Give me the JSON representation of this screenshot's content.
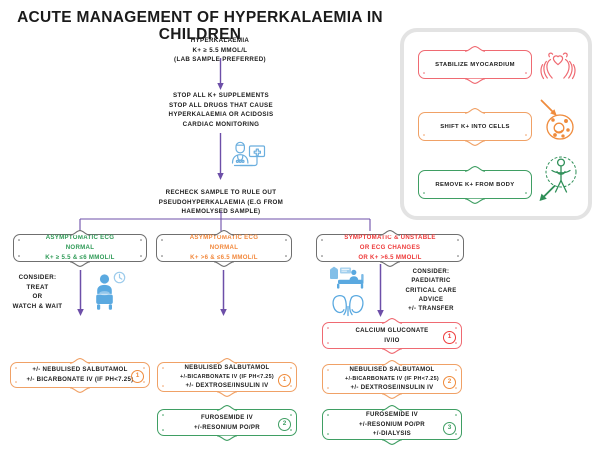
{
  "title": "ACUTE MANAGEMENT OF HYPERKALAEMIA IN CHILDREN",
  "flow": {
    "start": {
      "line1": "HYPERKALAEMIA",
      "line2": "K+ ≥ 5.5 MMOL/L",
      "line3": "(LAB SAMPLE PREFERRED)"
    },
    "step_stop": {
      "line1": "STOP ALL K+ SUPPLEMENTS",
      "line2": "STOP ALL DRUGS THAT CAUSE",
      "line3": "HYPERKALAEMIA OR ACIDOSIS",
      "line4": "CARDIAC MONITORING"
    },
    "step_recheck": {
      "line1": "RECHECK SAMPLE TO RULE OUT",
      "line2": "PSEUDOHYPERKALAEMIA (E.G FROM",
      "line3": "HAEMOLYSED SAMPLE)"
    },
    "clinician_icon": "clinician-monitor-icon"
  },
  "branches": {
    "left": {
      "condition": {
        "line1": "ASYMPTOMATIC  ECG",
        "line2": "NORMAL",
        "line3": "K+ ≥ 5.5 & ≤6 MMOL/L",
        "color": "#2e9a56"
      },
      "consider": {
        "line1": "CONSIDER:",
        "line2": "TREAT",
        "line3": "OR",
        "line4": "WATCH & WAIT"
      },
      "icon": "seated-patient-clock-icon",
      "treatments": [
        {
          "lines": [
            "+/- NEBULISED SALBUTAMOL",
            "+/- BICARBONATE IV (IF  PH<7.25)"
          ],
          "badge": "1",
          "color": "orange"
        }
      ]
    },
    "middle": {
      "condition": {
        "line1": "ASYMPTOMATIC  ECG",
        "line2": "NORMAL",
        "line3": "K+ >6  & ≤6.5 MMOL/L",
        "color": "#f2883c"
      },
      "treatments": [
        {
          "lines": [
            "NEBULISED SALBUTAMOL",
            "+/-BICARBONATE IV (IF PH<7.25)",
            "+/- DEXTROSE/INSULIN IV"
          ],
          "badge": "1",
          "color": "orange"
        },
        {
          "lines": [
            "FUROSEMIDE IV",
            "+/-RESONIUM PO/PR"
          ],
          "badge": "2",
          "color": "green"
        }
      ]
    },
    "right": {
      "condition": {
        "line1": "SYMPTOMATIC & UNSTABLE",
        "line2": "OR ECG CHANGES",
        "line3": "OR K+ >6.5 MMOL/L",
        "color": "#ee3a3a"
      },
      "consider": {
        "line1": "CONSIDER:",
        "line2": "PAEDIATRIC",
        "line3": "CRITICAL CARE",
        "line4": "ADVICE",
        "line5": "+/- TRANSFER"
      },
      "icon_bed": "hospital-bed-icon",
      "icon_kidney": "kidneys-icon",
      "treatments": [
        {
          "lines": [
            "CALCIUM GLUCONATE",
            "IV/IO"
          ],
          "badge": "1",
          "color": "red"
        },
        {
          "lines": [
            "NEBULISED SALBUTAMOL",
            "+/-BICARBONATE IV (IF PH<7.25)",
            "+/- DEXTROSE/INSULIN IV"
          ],
          "badge": "2",
          "color": "orange"
        },
        {
          "lines": [
            "FUROSEMIDE IV",
            "+/-RESONIUM PO/PR",
            "+/-DIALYSIS"
          ],
          "badge": "3",
          "color": "green"
        }
      ]
    }
  },
  "legend": {
    "items": [
      {
        "label": "STABILIZE MYOCARDIUM",
        "color": "#ef6a72",
        "icon": "heart-in-hands-icon"
      },
      {
        "label": "SHIFT K+ INTO CELLS",
        "color": "#f0a166",
        "icon": "cell-arrow-in-icon"
      },
      {
        "label": "REMOVE K+ FROM BODY",
        "color": "#3f9e63",
        "icon": "body-arrow-out-icon"
      }
    ]
  },
  "colors": {
    "arrow_purple": "#6d4fa8",
    "icon_blue": "#5aa9e0",
    "green": "#3f9e63",
    "orange": "#f0a166",
    "red": "#ef6a72",
    "grey": "#6f6f6f"
  }
}
